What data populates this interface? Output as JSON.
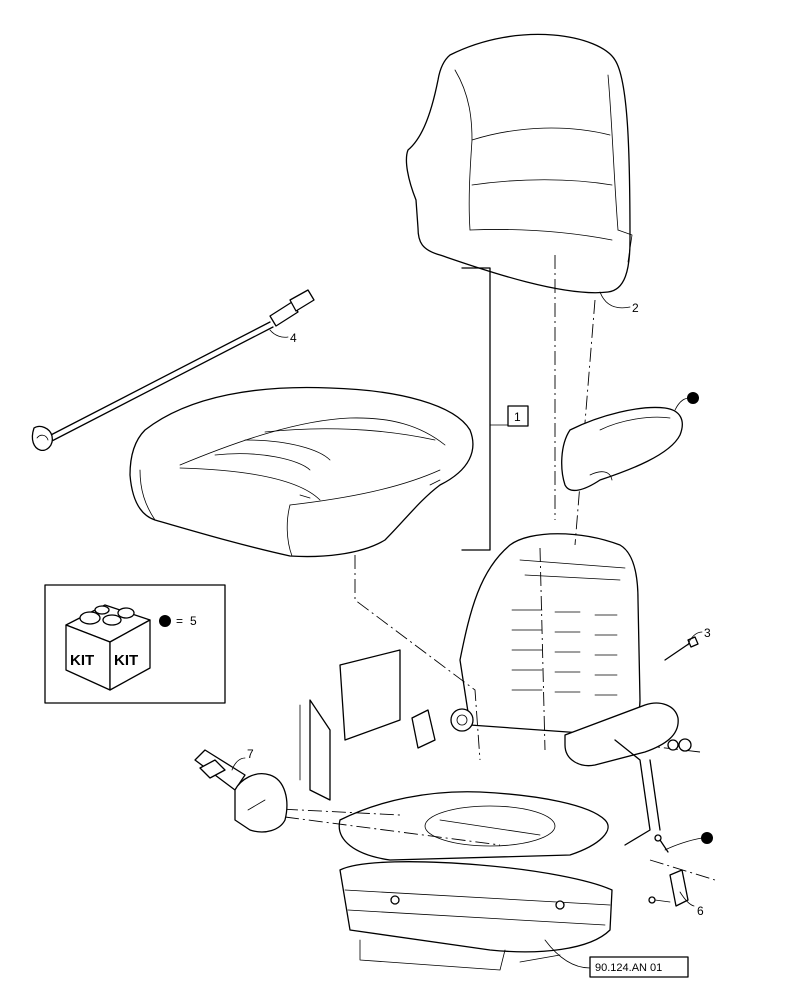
{
  "callouts": [
    {
      "id": "c1",
      "text": "1"
    },
    {
      "id": "c2",
      "text": "2"
    },
    {
      "id": "c3",
      "text": "3"
    },
    {
      "id": "c4",
      "text": "4"
    },
    {
      "id": "c6",
      "text": "6"
    },
    {
      "id": "c7",
      "text": "7"
    }
  ],
  "legend": {
    "equals": "=",
    "number": "5",
    "kit_word_left": "KIT",
    "kit_word_right": "KIT"
  },
  "reference_code": "90.124.AN 01"
}
